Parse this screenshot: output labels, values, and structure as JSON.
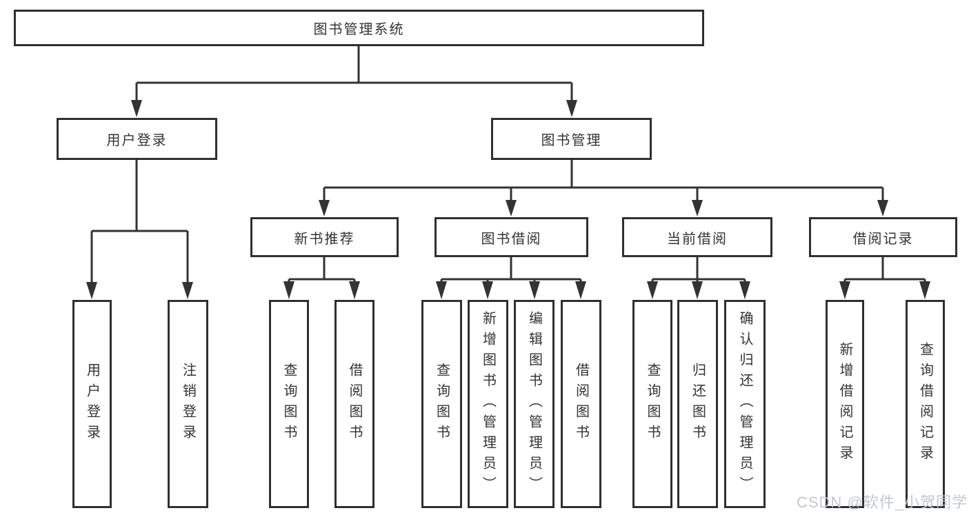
{
  "colors": {
    "line": "#333333",
    "box-border": "#2f2f2f",
    "text": "#333333",
    "watermark": "#c3c7cd",
    "background": "#ffffff"
  },
  "watermark": "CSDN @软件_小贺同学",
  "nodes": {
    "root": "图书管理系统",
    "level2": {
      "user_login_group": "用户登录",
      "book_mgmt_group": "图书管理"
    },
    "level3": {
      "new_book_rec": "新书推荐",
      "book_borrow": "图书借阅",
      "current_borrow": "当前借阅",
      "borrow_records": "借阅记录"
    },
    "leaves": {
      "user_login": "用户登录",
      "logout": "注销登录",
      "rec_query_books": "查询图书",
      "rec_borrow_books": "借阅图书",
      "bor_query_books": "查询图书",
      "bor_add_books": "新增图书（管理员）",
      "bor_edit_books": "编辑图书（管理员）",
      "bor_borrow_books": "借阅图书",
      "cur_query_books": "查询图书",
      "cur_return_books": "归还图书",
      "cur_confirm_return": "确认归还（管理员）",
      "rec2_add_record": "新增借阅记录",
      "rec2_query_record": "查询借阅记录"
    }
  }
}
